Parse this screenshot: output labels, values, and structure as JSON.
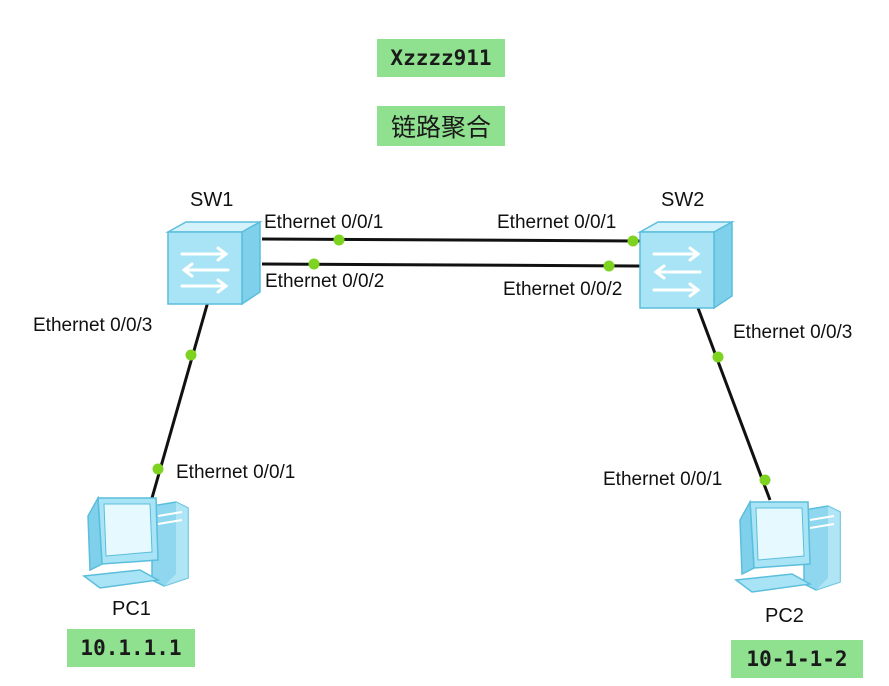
{
  "header": {
    "author_tag": "Xzzzz911",
    "title_tag": "链路聚合"
  },
  "devices": {
    "sw1": {
      "name": "SW1",
      "icon": "switch-icon"
    },
    "sw2": {
      "name": "SW2",
      "icon": "switch-icon"
    },
    "pc1": {
      "name": "PC1",
      "icon": "pc-icon",
      "ip": "10.1.1.1"
    },
    "pc2": {
      "name": "PC2",
      "icon": "pc-icon",
      "ip": "10-1-1-2"
    }
  },
  "ports": {
    "sw1_top": "Ethernet 0/0/1",
    "sw1_bottom": "Ethernet 0/0/2",
    "sw2_top": "Ethernet 0/0/1",
    "sw2_bottom": "Ethernet 0/0/2",
    "sw1_down": "Ethernet 0/0/3",
    "sw2_down": "Ethernet 0/0/3",
    "pc1_port": "Ethernet 0/0/1",
    "pc2_port": "Ethernet 0/0/1"
  },
  "colors": {
    "tag_bg": "#8fe08f",
    "link_dot": "#7ed321",
    "device_face": "#a8e4f5",
    "device_edge": "#5bbedc"
  }
}
